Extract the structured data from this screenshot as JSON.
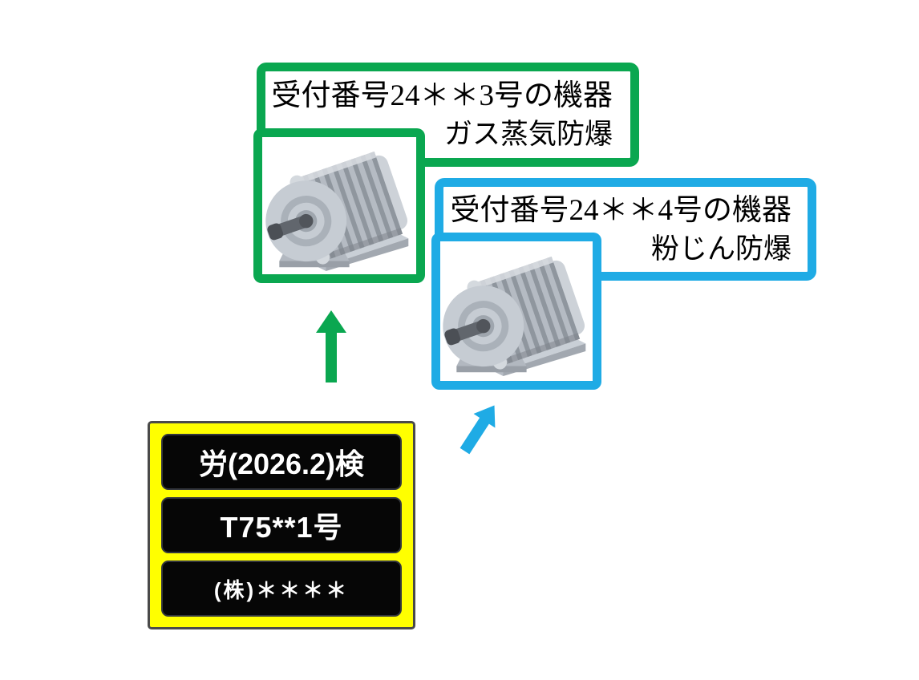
{
  "colors": {
    "green": "#0aa750",
    "blue": "#1fabe5",
    "yellow": "#ffff00",
    "plate_border": "#4a4a4a",
    "plate_row_bg": "#060606",
    "plate_text": "#ffffff"
  },
  "gas_device": {
    "reception_label": "受付番号24＊＊3号の機器",
    "protection_type": "ガス蒸気防爆"
  },
  "dust_device": {
    "reception_label": "受付番号24＊＊4号の機器",
    "protection_type": "粉じん防爆"
  },
  "plate": {
    "inspection_mark": "労(2026.2)検",
    "certificate_number": "T75**1号",
    "manufacturer": "(株)＊＊＊＊"
  },
  "icons": {
    "motor": "electric-motor",
    "green_arrow": "up-arrow",
    "blue_arrow": "up-right-arrow"
  }
}
